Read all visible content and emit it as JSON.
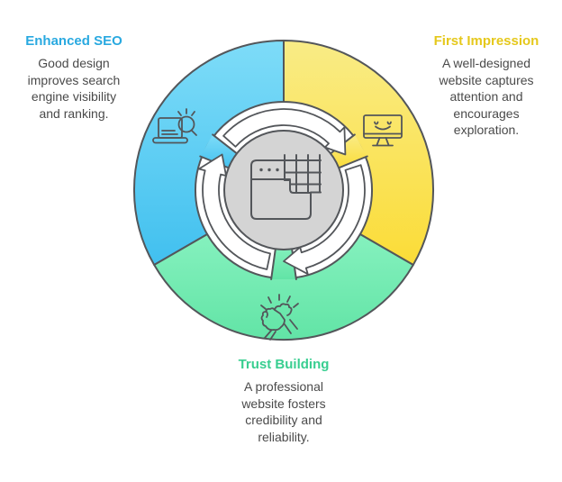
{
  "page": {
    "background": "#FFFFFF"
  },
  "diagram": {
    "type": "cycle",
    "stroke_color": "#53565A",
    "arrow_fill": "#FFFFFF",
    "body_color": "#4A4A4A",
    "center": {
      "icon": "browser-window-grid-icon",
      "fill": "#D4D4D4"
    },
    "sections": [
      {
        "id": "enhanced-seo",
        "position": "top-left",
        "title": "Enhanced SEO",
        "title_color": "#29A9E0",
        "body_lines": [
          "Good design",
          "improves search",
          "engine visibility",
          "and ranking."
        ],
        "icon": "laptop-search-icon",
        "gradient_top": "#7EDCF8",
        "gradient_bottom": "#41C0EF"
      },
      {
        "id": "first-impression",
        "position": "top-right",
        "title": "First Impression",
        "title_color": "#E5C81C",
        "body_lines": [
          "A well-designed",
          "website captures",
          "attention and",
          "encourages",
          "exploration."
        ],
        "icon": "monitor-smile-icon",
        "gradient_top": "#F9EC86",
        "gradient_bottom": "#FBDC37"
      },
      {
        "id": "trust-building",
        "position": "bottom",
        "title": "Trust Building",
        "title_color": "#38CE90",
        "body_lines": [
          "A professional",
          "website fosters",
          "credibility and",
          "reliability."
        ],
        "icon": "handshake-icon",
        "gradient_top": "#85F1BE",
        "gradient_bottom": "#62E4A6"
      }
    ]
  }
}
